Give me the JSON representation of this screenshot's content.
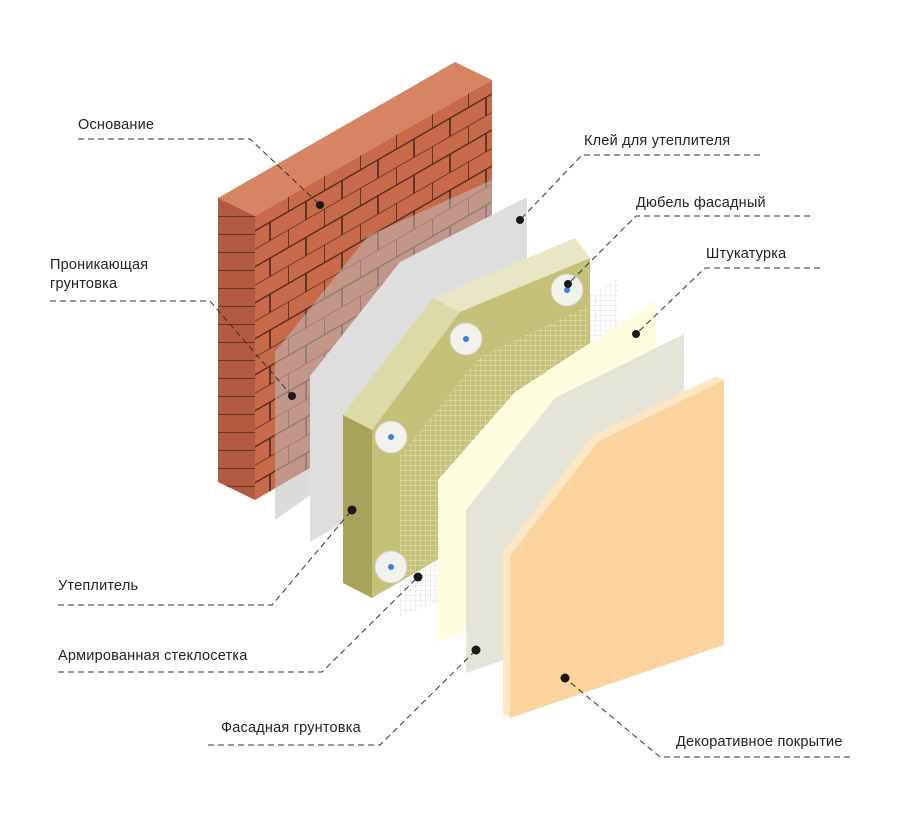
{
  "labels": {
    "base": "Основание",
    "primer_line1": "Проникающая",
    "primer_line2": "грунтовка",
    "glue": "Клей для утеплителя",
    "dowel": "Дюбель фасадный",
    "plaster": "Штукатурка",
    "insulation": "Утеплитель",
    "mesh": "Армированная стеклосетка",
    "facade_primer": "Фасадная грунтовка",
    "decorative": "Декоративное покрытие"
  },
  "colors": {
    "brick": "#c8694a",
    "brick_top": "#d68462",
    "insulation_front": "#c6c178",
    "insulation_top": "#e8e6c4",
    "plaster": "#fffde0",
    "decorative": "#fcd59e",
    "dowel_center": "#3c7de0"
  }
}
